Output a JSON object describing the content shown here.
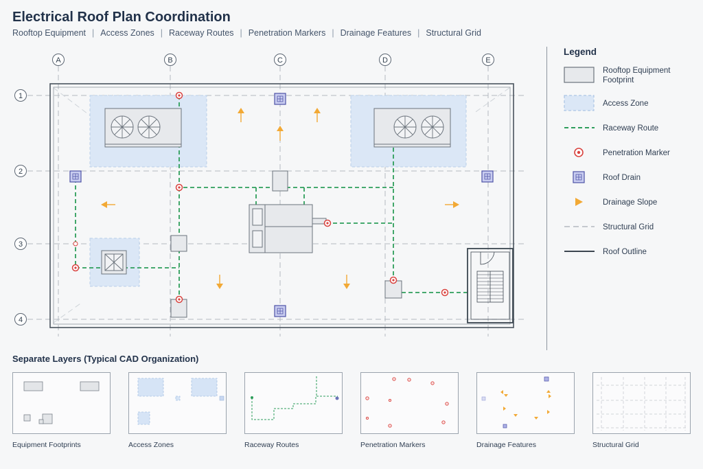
{
  "title": "Electrical Roof Plan Coordination",
  "subtitle_items": [
    "Rooftop Equipment",
    "Access Zones",
    "Raceway Routes",
    "Penetration Markers",
    "Drainage Features",
    "Structural Grid"
  ],
  "grid": {
    "columns": [
      "A",
      "B",
      "C",
      "D",
      "E"
    ],
    "rows": [
      "1",
      "2",
      "3",
      "4"
    ]
  },
  "legend": {
    "title": "Legend",
    "items": [
      {
        "label": "Rooftop Equipment Footprint",
        "icon": "equipment-footprint"
      },
      {
        "label": "Access Zone",
        "icon": "access-zone"
      },
      {
        "label": "Raceway Route",
        "icon": "raceway-route"
      },
      {
        "label": "Penetration Marker",
        "icon": "penetration-marker"
      },
      {
        "label": "Roof Drain",
        "icon": "roof-drain"
      },
      {
        "label": "Drainage Slope",
        "icon": "drainage-slope"
      },
      {
        "label": "Structural Grid",
        "icon": "structural-grid"
      },
      {
        "label": "Roof Outline",
        "icon": "roof-outline"
      }
    ]
  },
  "layers": {
    "title": "Separate Layers (Typical CAD Organization)",
    "items": [
      "Equipment Footprints",
      "Access Zones",
      "Raceway Routes",
      "Penetration Markers",
      "Drainage Features",
      "Structural Grid"
    ]
  },
  "colors": {
    "raceway": "#2e9e5b",
    "penetration": "#d9433f",
    "drain": "#5b5fb4",
    "slope": "#f2a935",
    "access": "#dce8f7",
    "access_border": "#9dbbe0",
    "equipment": "#e7e9ec",
    "outline": "#3c4650",
    "grid": "#a6adb5"
  }
}
